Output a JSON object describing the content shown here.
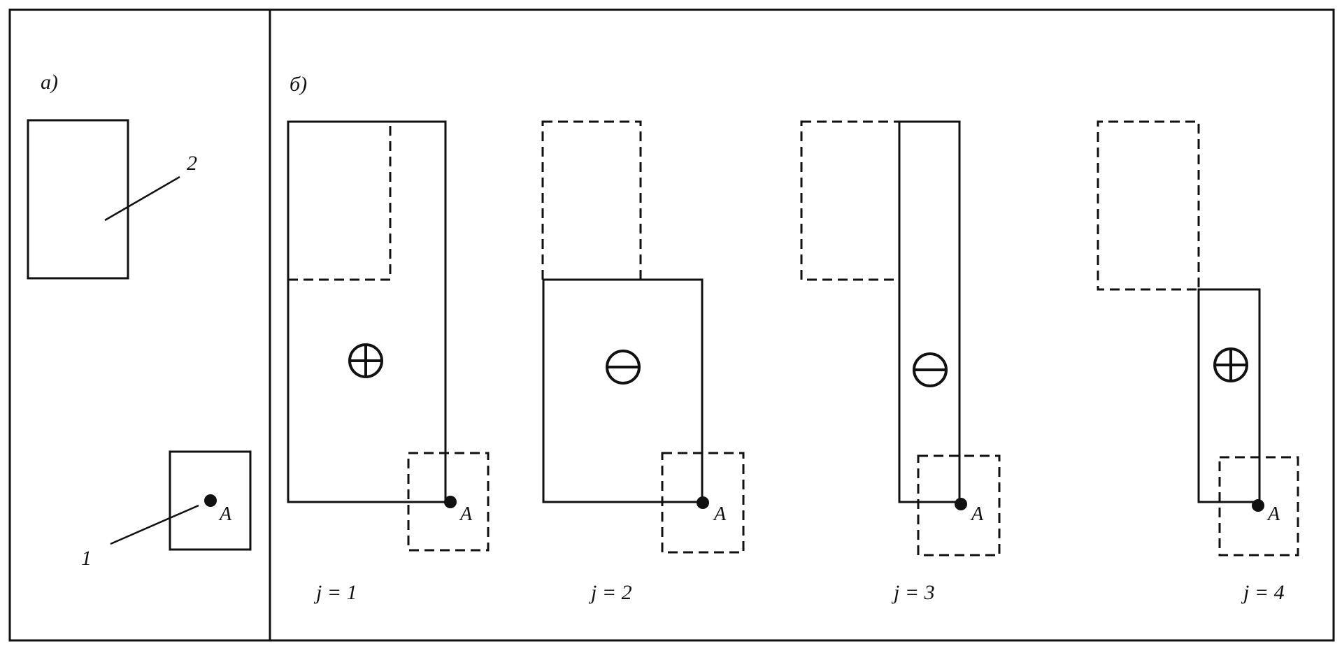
{
  "panel_a": {
    "label": "а)",
    "region_2_label": "2",
    "region_1_label": "1",
    "point_label": "A"
  },
  "panel_b": {
    "label": "б)",
    "cases": [
      {
        "j_label": "j = 1",
        "sign": "plus",
        "point_label": "A"
      },
      {
        "j_label": "j = 2",
        "sign": "minus",
        "point_label": "A"
      },
      {
        "j_label": "j = 3",
        "sign": "minus",
        "point_label": "A"
      },
      {
        "j_label": "j = 4",
        "sign": "plus",
        "point_label": "A"
      }
    ]
  }
}
